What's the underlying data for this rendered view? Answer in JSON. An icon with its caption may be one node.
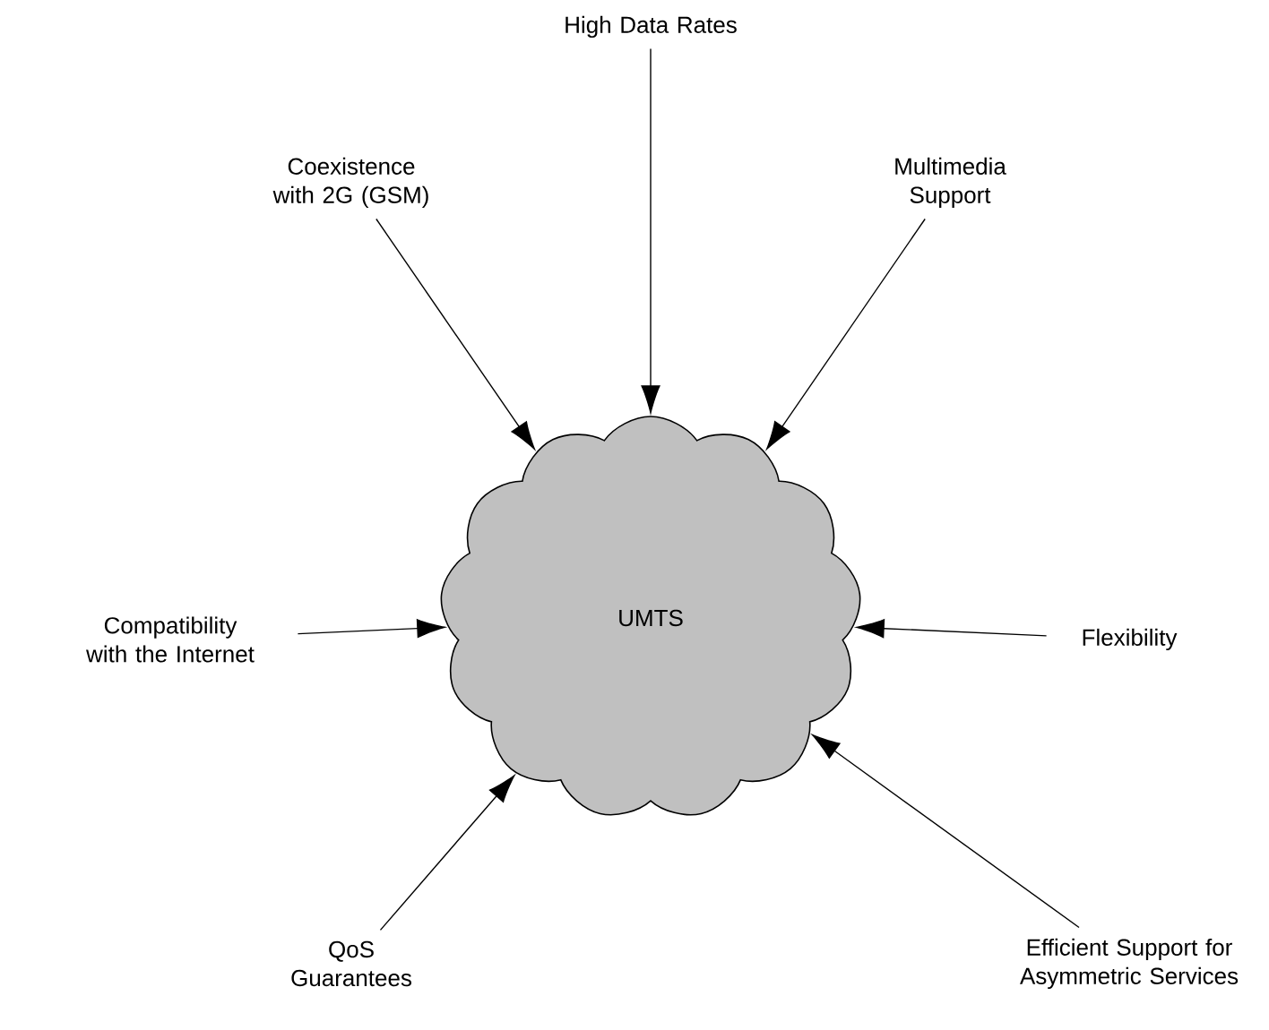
{
  "diagram": {
    "nodes": [
      {
        "text": [
          "UMTS"
        ]
      },
      {
        "text": [
          "High Data Rates"
        ]
      },
      {
        "text": [
          "Coexistence with 2G (GSM)"
        ]
      },
      {
        "text": [
          "Multimedia Support"
        ]
      },
      {
        "text": [
          "Compatibility with the Internet"
        ]
      },
      {
        "text": [
          "Flexibility"
        ]
      },
      {
        "text": [
          "QoS Guarantees"
        ]
      },
      {
        "text": [
          "Efficient Support for Asymmetric Services"
        ]
      }
    ],
    "edges": [
      {
        "from": 1,
        "to": 0,
        "arrow": "to"
      },
      {
        "from": 2,
        "to": 0,
        "arrow": "to"
      },
      {
        "from": 3,
        "to": 0,
        "arrow": "to"
      },
      {
        "from": 4,
        "to": 0,
        "arrow": "to"
      },
      {
        "from": 5,
        "to": 0,
        "arrow": "to"
      },
      {
        "from": 6,
        "to": 0,
        "arrow": "to"
      },
      {
        "from": 7,
        "to": 0,
        "arrow": "to"
      }
    ]
  }
}
